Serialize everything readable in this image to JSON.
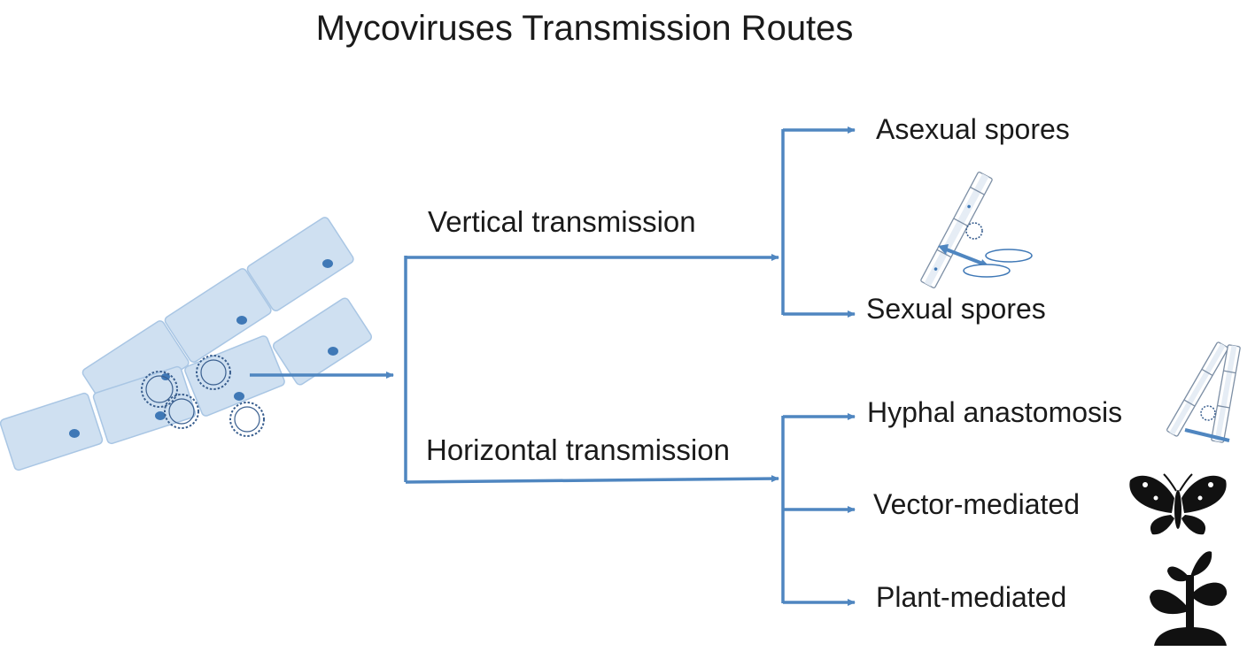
{
  "title": "Mycoviruses Transmission Routes",
  "branches": {
    "vertical": {
      "label": "Vertical transmission",
      "leaves": [
        "Asexual spores",
        "Sexual spores"
      ]
    },
    "horizontal": {
      "label": "Horizontal transmission",
      "leaves": [
        "Hyphal anastomosis",
        "Vector-mediated",
        "Plant-mediated"
      ]
    }
  },
  "icons": {
    "source": "fungal-hyphae-with-virus-particles-icon",
    "sexual": "spore-mating-icon",
    "hyphal": "hyphal-fusion-icon",
    "vector": "butterfly-icon",
    "plant": "plant-seedling-icon"
  },
  "colors": {
    "arrow": "#4f86c0",
    "hypha_fill": "#cfe0f1",
    "hypha_stroke": "#a9c6e4",
    "nucleus": "#3f78b6",
    "virus": "#3a5f8f",
    "silhouette": "#111111"
  }
}
